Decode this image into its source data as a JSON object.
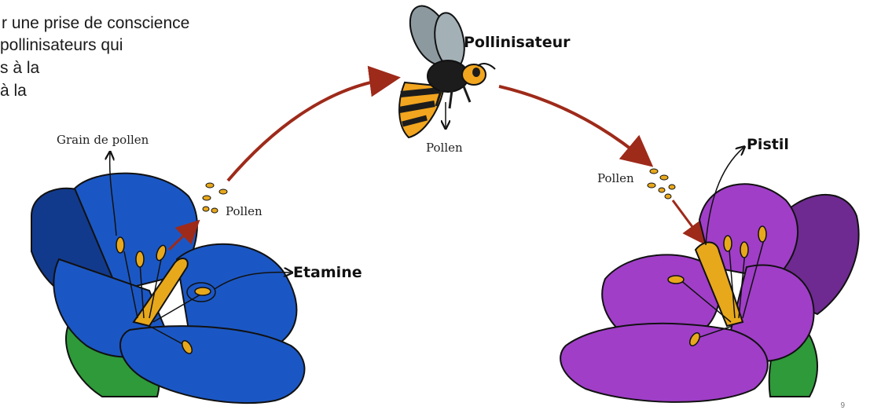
{
  "intro_text": {
    "line1": "r une prise de conscience",
    "line2": "pollinisateurs qui",
    "line3": "s à la",
    "line4": "à la"
  },
  "labels": {
    "grain_de_pollen": "Grain de pollen",
    "pollen_left": "Pollen",
    "etamine": "Etamine",
    "pollinisateur": "Pollinisateur",
    "pollen_bee": "Pollen",
    "pollen_right": "Pollen",
    "pistil": "Pistil"
  },
  "page_number": "9",
  "colors": {
    "blue_flower": "#1b57c4",
    "blue_flower_dark": "#123a8c",
    "purple_flower": "#a03ec8",
    "purple_flower_dark": "#6e2a90",
    "pollen": "#e8a81c",
    "arrow_red": "#9e2a1a",
    "stem_green": "#2e9a3a",
    "bee_yellow": "#f2a51e",
    "bee_black": "#1c1c1c",
    "wing": "#8c9aa0"
  }
}
